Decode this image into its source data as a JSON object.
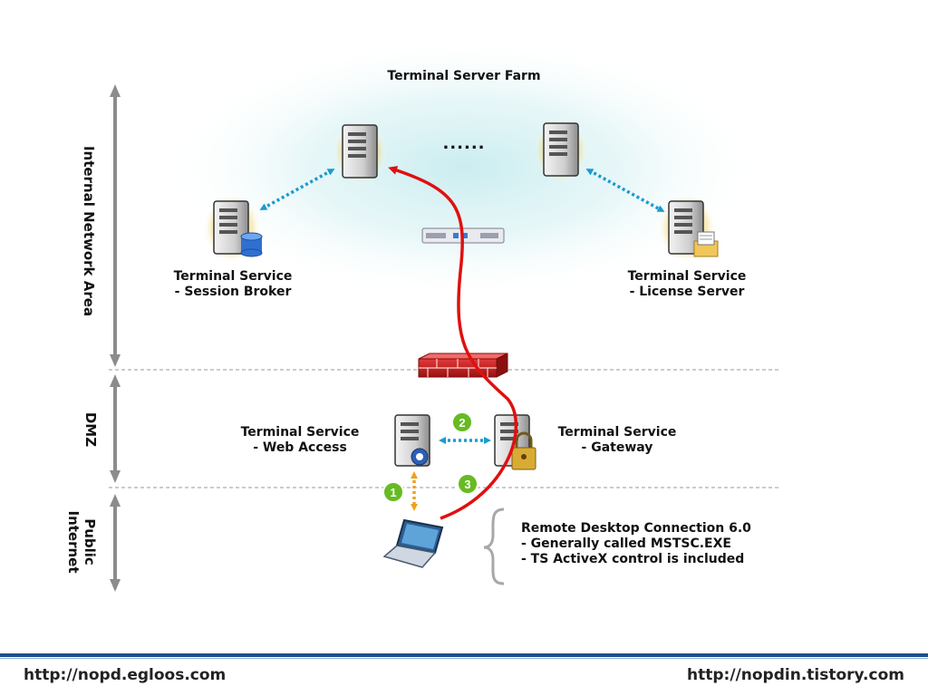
{
  "farm_title": "Terminal Server Farm",
  "ellipsis": "......",
  "zones": {
    "internal": "Internal Network Area",
    "dmz": "DMZ",
    "public_line1": "Public",
    "public_line2": "Internet"
  },
  "nodes": {
    "session_broker": {
      "line1": "Terminal Service",
      "line2": "- Session Broker"
    },
    "license_server": {
      "line1": "Terminal Service",
      "line2": "- License Server"
    },
    "web_access": {
      "line1": "Terminal Service",
      "line2": "- Web Access"
    },
    "gateway": {
      "line1": "Terminal Service",
      "line2": "- Gateway"
    }
  },
  "client": {
    "line1": "Remote Desktop Connection 6.0",
    "line2": "- Generally called MSTSC.EXE",
    "line3": "- TS ActiveX control is included"
  },
  "steps": [
    "1",
    "2",
    "3"
  ],
  "footer": {
    "left_url": "http://nopd.egloos.com",
    "right_url": "http://nopdin.tistory.com"
  },
  "colors": {
    "connection_path": "#e01010",
    "dotted_link_blue": "#1a9ad0",
    "dotted_link_orange": "#f0a020",
    "step_badge": "#66bb22",
    "footer_rule": "#1f4e8c"
  }
}
